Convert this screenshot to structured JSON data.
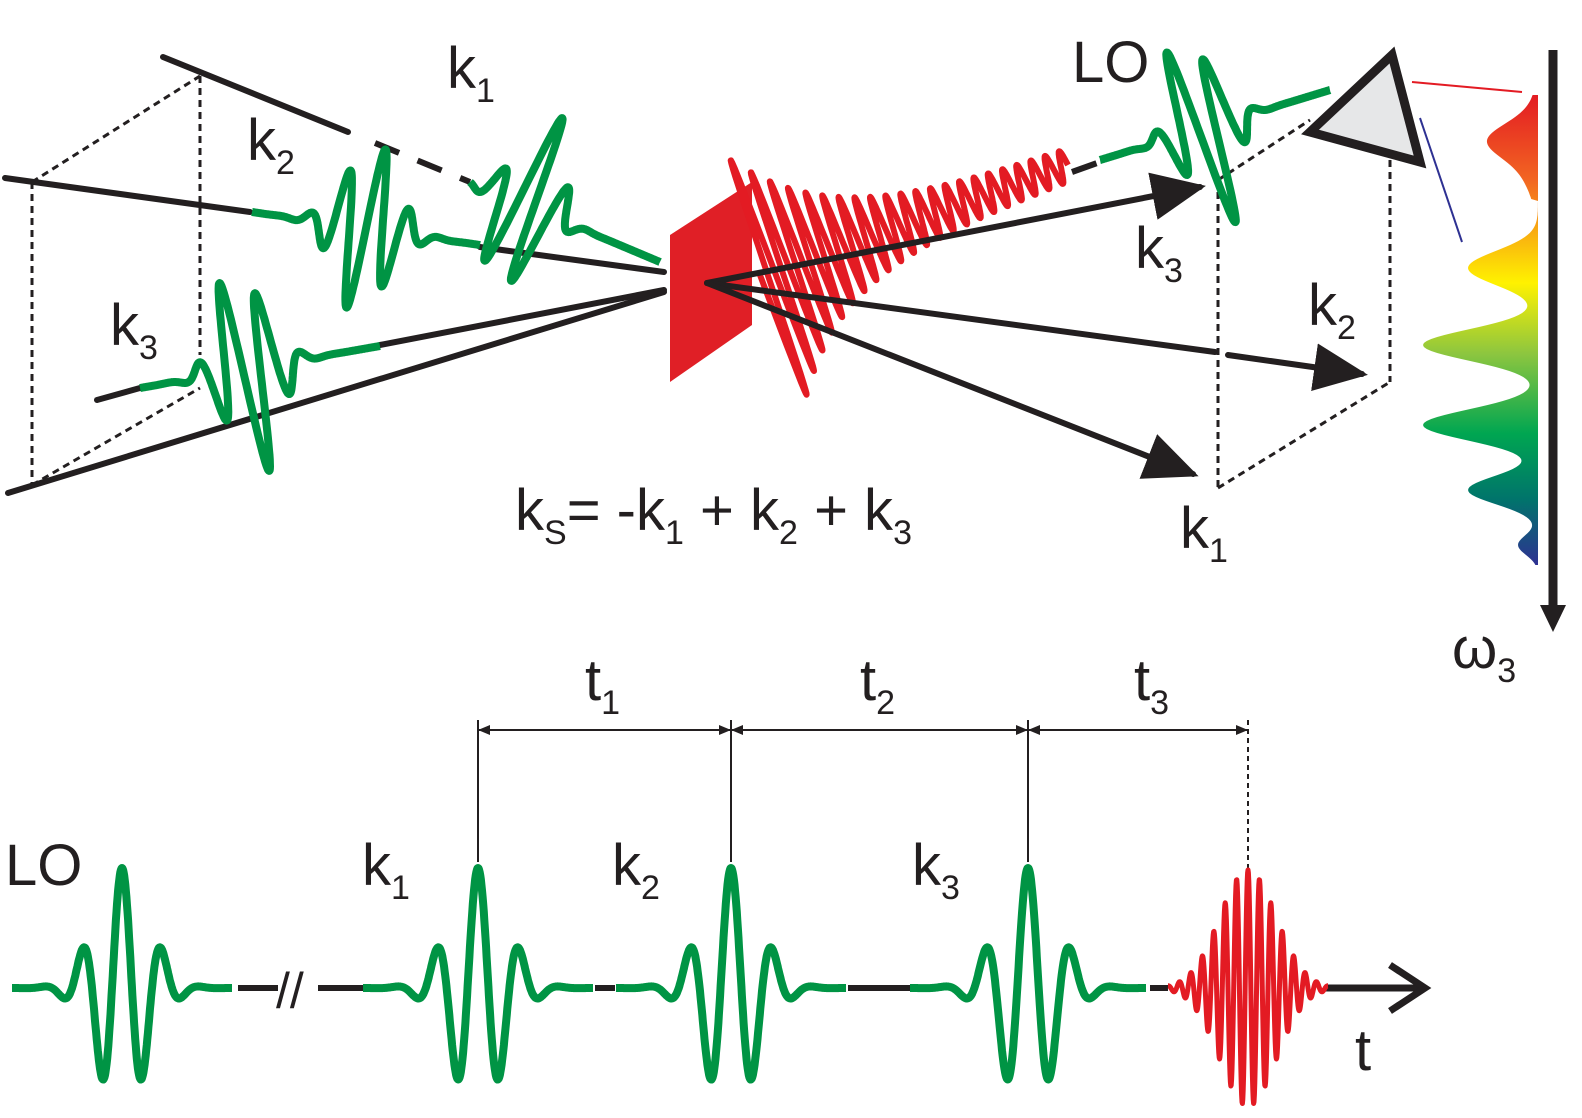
{
  "geometry": {
    "labels": {
      "k1": "k",
      "k1_sub": "1",
      "k2": "k",
      "k2_sub": "2",
      "k3": "k",
      "k3_sub": "3",
      "lo": "LO"
    },
    "phase_matching": {
      "ks": "k",
      "ks_sub": "S",
      "equals_minus": "= -k",
      "sub1": "1",
      "plus_k2": " + k",
      "sub2": "2",
      "plus_k3": " + k",
      "sub3": "3"
    }
  },
  "spectrum_axis": {
    "label": "ω",
    "sub": "3"
  },
  "timeline": {
    "intervals": [
      {
        "label": "t",
        "sub": "1"
      },
      {
        "label": "t",
        "sub": "2"
      },
      {
        "label": "t",
        "sub": "3"
      }
    ],
    "pulses": [
      {
        "label": "LO",
        "sub": ""
      },
      {
        "label": "k",
        "sub": "1"
      },
      {
        "label": "k",
        "sub": "2"
      },
      {
        "label": "k",
        "sub": "3"
      }
    ],
    "axis_label": "t",
    "break_mark": "//"
  },
  "colors": {
    "pulse_green": "#009444",
    "signal_red": "#e31b23",
    "ink": "#231f20",
    "sample_red": "#e01f26"
  }
}
